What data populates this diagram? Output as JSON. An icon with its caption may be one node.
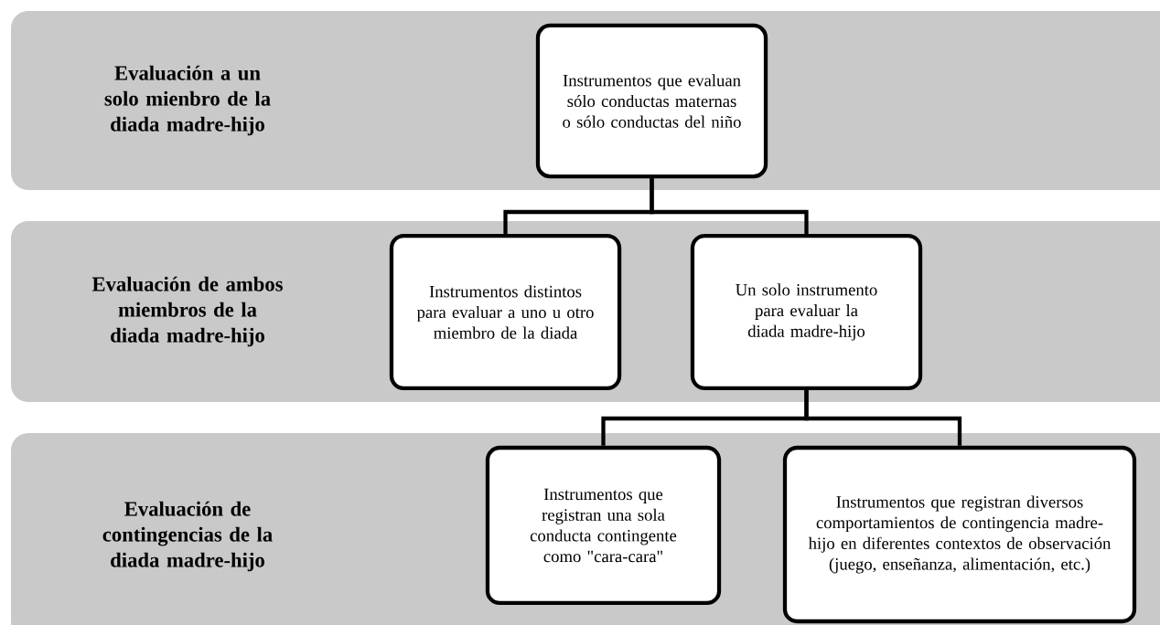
{
  "diagram": {
    "nodes": [
      {
        "text": [
          "Evaluación a un solo mienbro de la diada madre-hijo"
        ]
      },
      {
        "text": [
          "Instrumentos que evaluan sólo conductas maternas o sólo conductas del niño"
        ],
        "in": 0
      },
      {
        "text": [
          "Evaluación de ambos miembros de la diada madre-hijo"
        ]
      },
      {
        "text": [
          "Instrumentos distintos para evaluar a uno u otro miembro de la diada"
        ],
        "in": 2
      },
      {
        "text": [
          "Un solo instrumento para evaluar la diada madre-hijo"
        ],
        "in": 2
      },
      {
        "text": [
          "Evaluación de contingencias de la diada madre-hijo"
        ]
      },
      {
        "text": [
          "Instrumentos que registran una sola conducta contingente como \"cara-cara\""
        ],
        "in": 5
      },
      {
        "text": [
          "Instrumentos que registran diversos comportamientos de contingencia madre-hijo en diferentes contextos  de observación (juego, enseñanza, alimentación, etc.)"
        ],
        "in": 5
      }
    ],
    "edges": [
      {
        "from": 1,
        "to": 3,
        "arrow": "none"
      },
      {
        "from": 1,
        "to": 4,
        "arrow": "none"
      },
      {
        "from": 4,
        "to": 6,
        "arrow": "none"
      },
      {
        "from": 4,
        "to": 7,
        "arrow": "none"
      }
    ]
  }
}
